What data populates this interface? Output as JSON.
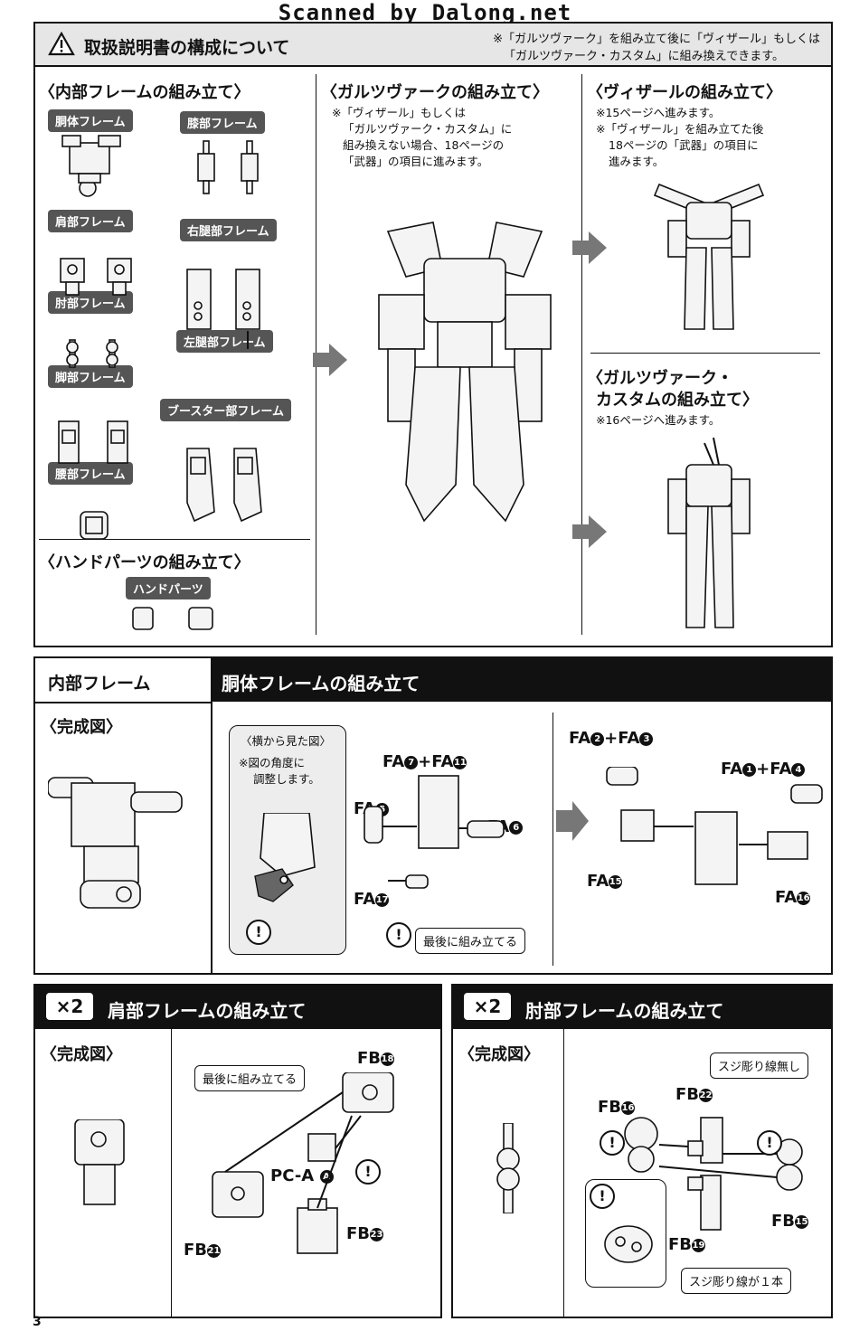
{
  "watermark": "Scanned by Dalong.net",
  "top": {
    "title": "取扱説明書の構成について",
    "note1": "※「ガルツヴァーク」を組み立て後に「ヴィザール」もしくは",
    "note2": "「ガルツヴァーク・カスタム」に組み換えできます。",
    "inner_frame": {
      "title": "〈内部フレームの組み立て〉",
      "parts": [
        "胴体フレーム",
        "膝部フレーム",
        "肩部フレーム",
        "右腿部フレーム",
        "肘部フレーム",
        "左腿部フレーム",
        "脚部フレーム",
        "ブースター部フレーム",
        "腰部フレーム"
      ]
    },
    "hand": {
      "title": "〈ハンドパーツの組み立て〉",
      "part": "ハンドパーツ"
    },
    "garz": {
      "title": "〈ガルツヴァークの組み立て〉",
      "note": [
        "※「ヴィザール」もしくは",
        "「ガルツヴァーク・カスタム」に",
        "組み換えない場合、18ページの",
        "「武器」の項目に進みます。"
      ]
    },
    "vizar": {
      "title": "〈ヴィザールの組み立て〉",
      "note": [
        "※15ページへ進みます。",
        "※「ヴィザール」を組み立てた後",
        "18ページの「武器」の項目に",
        "進みます。"
      ]
    },
    "custom": {
      "title1": "〈ガルツヴァーク・",
      "title2": "カスタムの組み立て〉",
      "note": "※16ページへ進みます。"
    }
  },
  "torso": {
    "section": "内部フレーム",
    "title": "胴体フレームの組み立て",
    "complete": "〈完成図〉",
    "side_view": {
      "title": "〈横から見た図〉",
      "note1": "※図の角度に",
      "note2": "調整します。"
    },
    "assemble_last": "最後に組み立てる",
    "labels": {
      "fa7_11": {
        "prefix": "FA",
        "a": "7",
        "plus": "+FA",
        "b": "11"
      },
      "fa5": {
        "prefix": "FA",
        "n": "5"
      },
      "fa6": {
        "prefix": "FA",
        "n": "6"
      },
      "fa17": {
        "prefix": "FA",
        "n": "17"
      },
      "fa2_3": {
        "prefix": "FA",
        "a": "2",
        "plus": "+FA",
        "b": "3"
      },
      "fa1_4": {
        "prefix": "FA",
        "a": "1",
        "plus": "+FA",
        "b": "4"
      },
      "fa15": {
        "prefix": "FA",
        "n": "15"
      },
      "fa16": {
        "prefix": "FA",
        "n": "16"
      }
    }
  },
  "shoulder": {
    "multiplier": "×2",
    "title": "肩部フレームの組み立て",
    "complete": "〈完成図〉",
    "assemble_last": "最後に組み立てる",
    "labels": {
      "fb18": {
        "prefix": "FB",
        "n": "18"
      },
      "pca": {
        "prefix": "PC-A",
        "n": "A"
      },
      "fb21": {
        "prefix": "FB",
        "n": "21"
      },
      "fb23": {
        "prefix": "FB",
        "n": "23"
      }
    }
  },
  "elbow": {
    "multiplier": "×2",
    "title": "肘部フレームの組み立て",
    "complete": "〈完成図〉",
    "no_line": "スジ彫り線無し",
    "one_line": "スジ彫り線が１本",
    "labels": {
      "fb22": {
        "prefix": "FB",
        "n": "22"
      },
      "fb16": {
        "prefix": "FB",
        "n": "16"
      },
      "fb15": {
        "prefix": "FB",
        "n": "15"
      },
      "fb19": {
        "prefix": "FB",
        "n": "19"
      }
    }
  },
  "page_number": "3",
  "warning_mark": "!"
}
